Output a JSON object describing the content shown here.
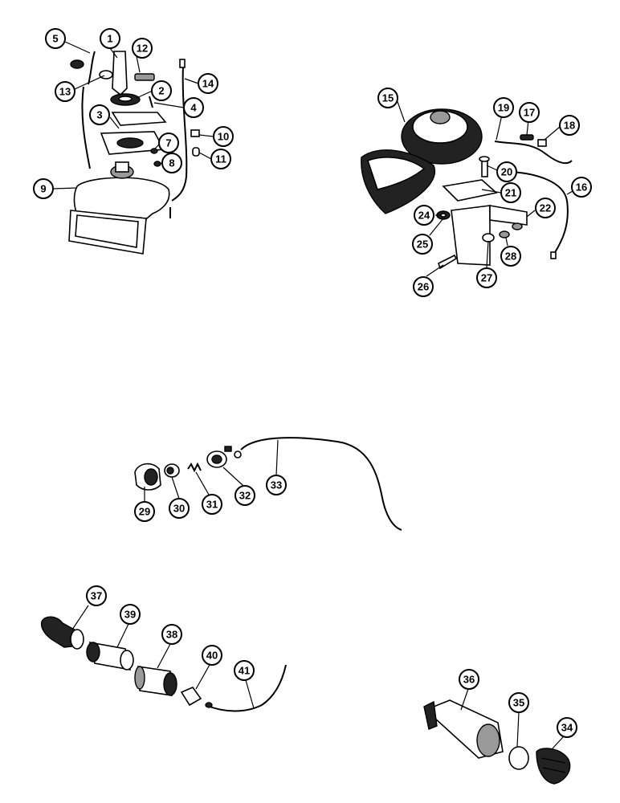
{
  "colors": {
    "ink": "#000000",
    "paper": "#ffffff",
    "shade": "#999999",
    "dark": "#222222"
  },
  "callouts": {
    "n1": "1",
    "n2": "2",
    "n3": "3",
    "n4": "4",
    "n5": "5",
    "n7": "7",
    "n8": "8",
    "n9": "9",
    "n10": "10",
    "n11": "11",
    "n12": "12",
    "n13": "13",
    "n14": "14",
    "n15": "15",
    "n16": "16",
    "n17": "17",
    "n18": "18",
    "n19": "19",
    "n20": "20",
    "n21": "21",
    "n22": "22",
    "n24": "24",
    "n25": "25",
    "n26": "26",
    "n27": "27",
    "n28": "28",
    "n29": "29",
    "n30": "30",
    "n31": "31",
    "n32": "32",
    "n33": "33",
    "n34": "34",
    "n35": "35",
    "n36": "36",
    "n37": "37",
    "n38": "38",
    "n39": "39",
    "n40": "40",
    "n41": "41"
  },
  "icons": [
    "horn-assembly-left",
    "horn-assembly-right",
    "horn-button-assembly",
    "cigar-lighter-assembly",
    "indicator-lamp-assembly"
  ]
}
